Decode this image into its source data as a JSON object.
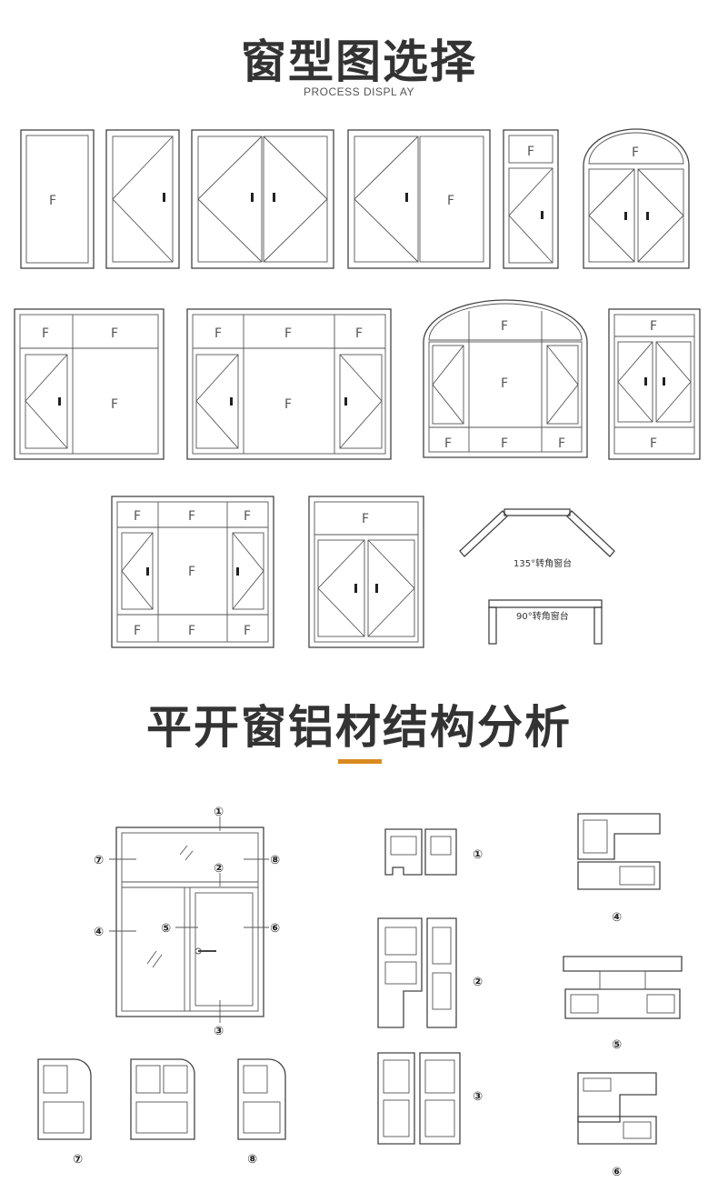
{
  "header": {
    "title": "窗型图选择",
    "subtitle": "PROCESS DISPL AY"
  },
  "section2": {
    "title": "平开窗铝材结构分析"
  },
  "window_types": {
    "fixed_label": "F",
    "corner_135": "135°转角窗台",
    "corner_90": "90°转角窗台"
  },
  "diagram_callouts": [
    "①",
    "②",
    "③",
    "④",
    "⑤",
    "⑥",
    "⑦",
    "⑧"
  ],
  "profiles": {
    "p1": "①",
    "p2": "②",
    "p3": "③",
    "p4": "④",
    "p5": "⑤",
    "p6": "⑥",
    "p7": "⑦",
    "p8": "⑧"
  },
  "colors": {
    "accent": "#d98a1f",
    "line": "#444444",
    "title": "#333333"
  }
}
